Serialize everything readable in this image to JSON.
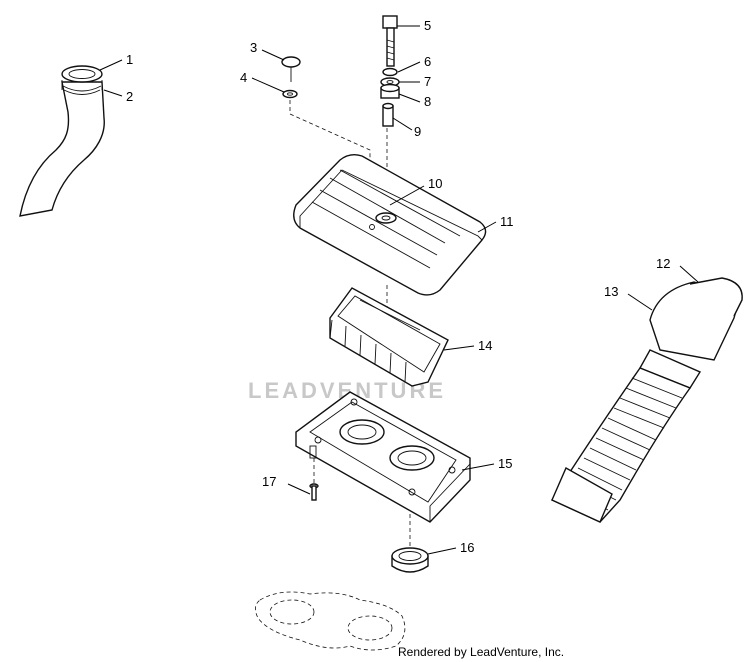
{
  "watermark": "LEADVENTURE",
  "credit": "Rendered by LeadVenture, Inc.",
  "callouts": [
    "1",
    "2",
    "3",
    "4",
    "5",
    "6",
    "7",
    "8",
    "9",
    "10",
    "11",
    "12",
    "13",
    "14",
    "15",
    "16",
    "17"
  ]
}
